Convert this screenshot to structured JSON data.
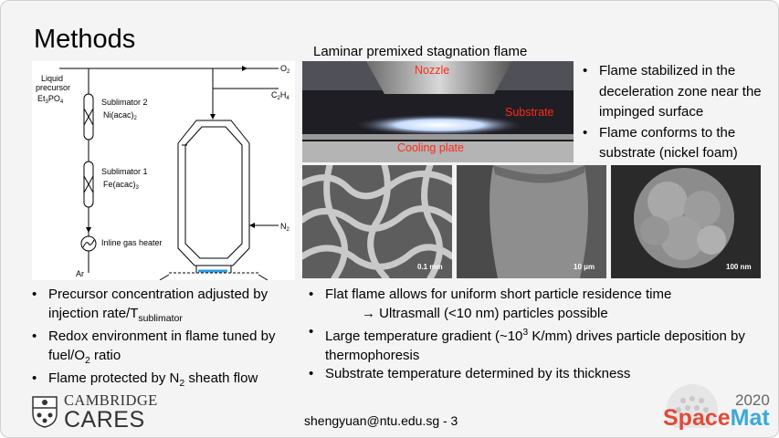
{
  "slide": {
    "title": "Methods",
    "footer": "shengyuan@ntu.edu.sg  - 3"
  },
  "diagram": {
    "labels": {
      "liquid": "Liquid",
      "precursor": "precursor",
      "et3po4_main": "Et",
      "et3po4_sub": "3",
      "et3po4_tail": "PO",
      "et3po4_sub2": "4",
      "sub2_title": "Sublimator 2",
      "sub2_main": "Ni(acac)",
      "sub2_sub": "2",
      "sub1_title": "Sublimator 1",
      "sub1_main": "Fe(acac)",
      "sub1_sub": "3",
      "heater": "Inline gas heater",
      "ar": "Ar",
      "o2_main": "O",
      "o2_sub": "2",
      "c2h4_a": "C",
      "c2h4_b": "2",
      "c2h4_c": "H",
      "c2h4_d": "4",
      "n2_main": "N",
      "n2_sub": "2"
    }
  },
  "photo": {
    "caption": "Laminar premixed  stagnation flame",
    "nozzle": "Nozzle",
    "substrate": "Substrate",
    "cooling": "Cooling plate"
  },
  "right_bullets": [
    "Flame stabilized in the deceleration zone near the impinged surface",
    "Flame conforms to the substrate (nickel foam)"
  ],
  "sem": {
    "scale1": "0.1 mm",
    "scale2": "10 μm",
    "scale3": "100 nm"
  },
  "left_bullets": {
    "b1_pre": "Precursor concentration adjusted by injection rate/T",
    "b1_sub": "sublimator",
    "b2_pre": "Redox environment in flame tuned by fuel/O",
    "b2_sub": "2",
    "b2_post": " ratio",
    "b3_pre": "Flame protected by N",
    "b3_sub": "2",
    "b3_post": " sheath flow"
  },
  "mid_bullets": {
    "b1": "Flat flame allows for uniform short particle residence time",
    "b1_arrow": "→",
    "b1_sub": "  Ultrasmall (<10 nm) particles possible",
    "b2_pre": "Large temperature gradient (~10",
    "b2_sup": "3",
    "b2_post": " K/mm) drives particle deposition by thermophoresis",
    "b3": "Substrate temperature determined by its thickness"
  },
  "logos": {
    "cambridge_top": "CAMBRIDGE",
    "cambridge_bottom": "CARES",
    "spacemat_year": "2020",
    "spacemat_a": "Space",
    "spacemat_b": "Mat"
  }
}
